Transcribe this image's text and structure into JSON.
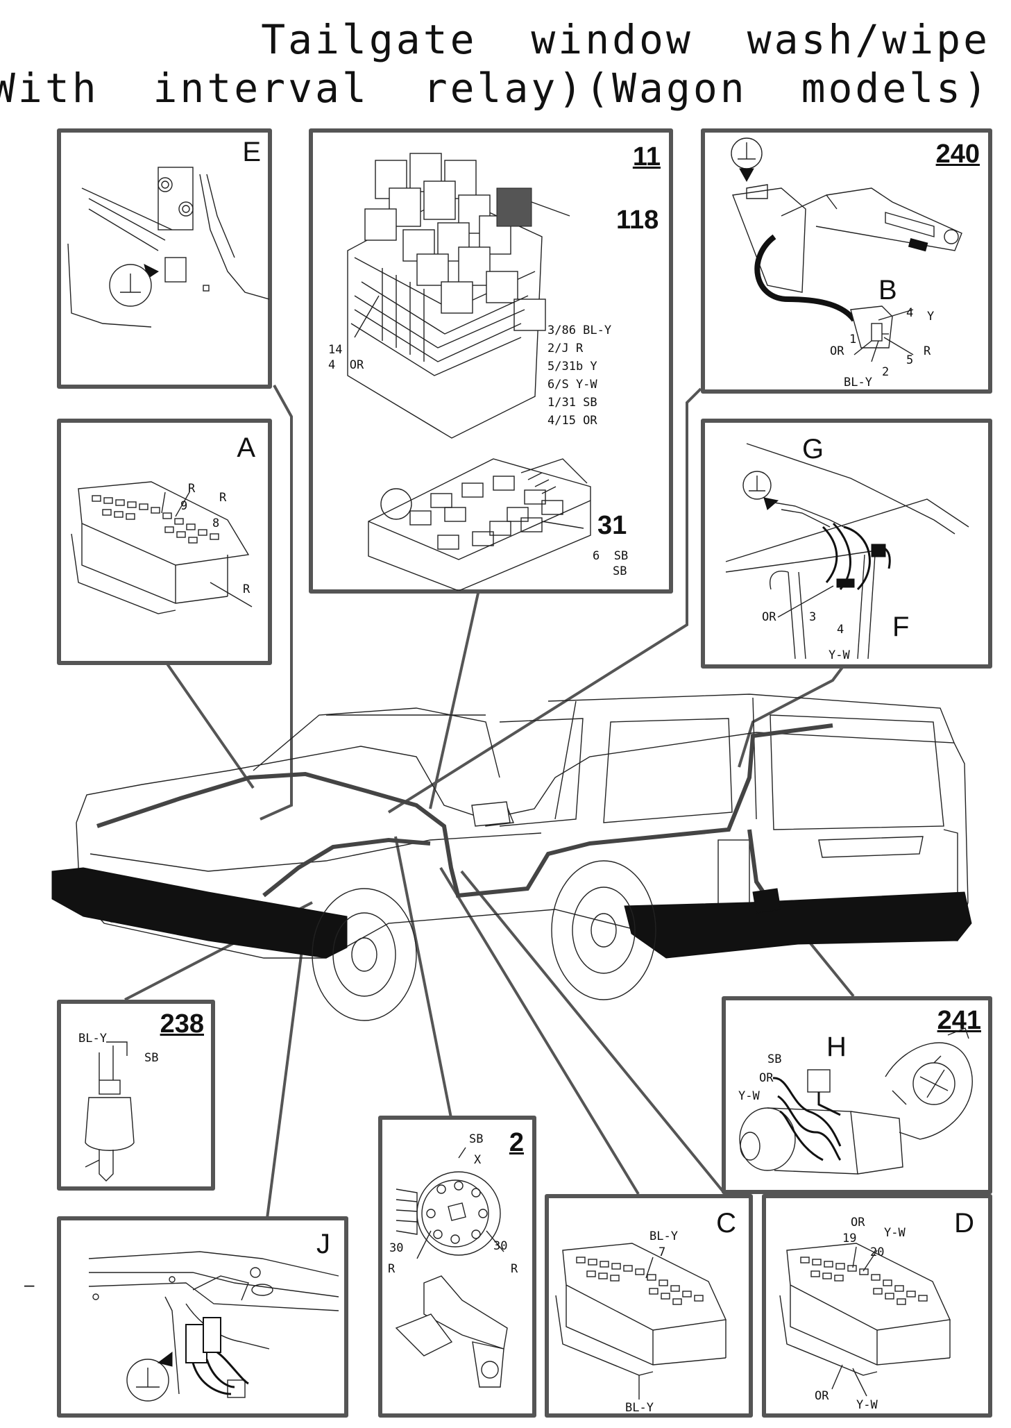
{
  "title": {
    "line1": "Tailgate  window  wash/wipe",
    "line2": "(With  interval  relay)(Wagon  models)"
  },
  "panels": {
    "E": {
      "letter": "E"
    },
    "A": {
      "letter": "A",
      "wires": [
        "R",
        "9",
        "R",
        "8",
        "R"
      ]
    },
    "p11": {
      "number": "11",
      "relay": "118",
      "fuse": "31",
      "left_labels": [
        "14",
        "4  OR"
      ],
      "pins": [
        "3/86 BL-Y",
        "2/J R",
        "5/31b Y",
        "6/S Y-W",
        "1/31 SB",
        "4/15 OR"
      ],
      "fuse_labels": [
        "6  SB",
        "SB"
      ]
    },
    "p240": {
      "number": "240",
      "connector": "B",
      "wires": [
        "4",
        "Y",
        "1",
        "OR",
        "R",
        "5",
        "2",
        "BL-Y"
      ]
    },
    "G": {
      "letter_top": "G",
      "letter_bottom": "F",
      "wires": [
        "OR",
        "3",
        "4",
        "Y-W"
      ]
    },
    "p238": {
      "number": "238",
      "wires": [
        "BL-Y",
        "SB"
      ]
    },
    "p241": {
      "number": "241",
      "letter": "H",
      "wires": [
        "SB",
        "OR",
        "Y-W"
      ]
    },
    "J": {
      "letter": "J"
    },
    "p2": {
      "number": "2",
      "wires": [
        "SB",
        "X",
        "30",
        "30",
        "R",
        "R"
      ]
    },
    "C": {
      "letter": "C",
      "wires": [
        "BL-Y",
        "7",
        "BL-Y"
      ]
    },
    "D": {
      "letter": "D",
      "wires": [
        "OR",
        "19",
        "Y-W",
        "20",
        "OR",
        "Y-W"
      ]
    }
  },
  "margin_mark": "–"
}
